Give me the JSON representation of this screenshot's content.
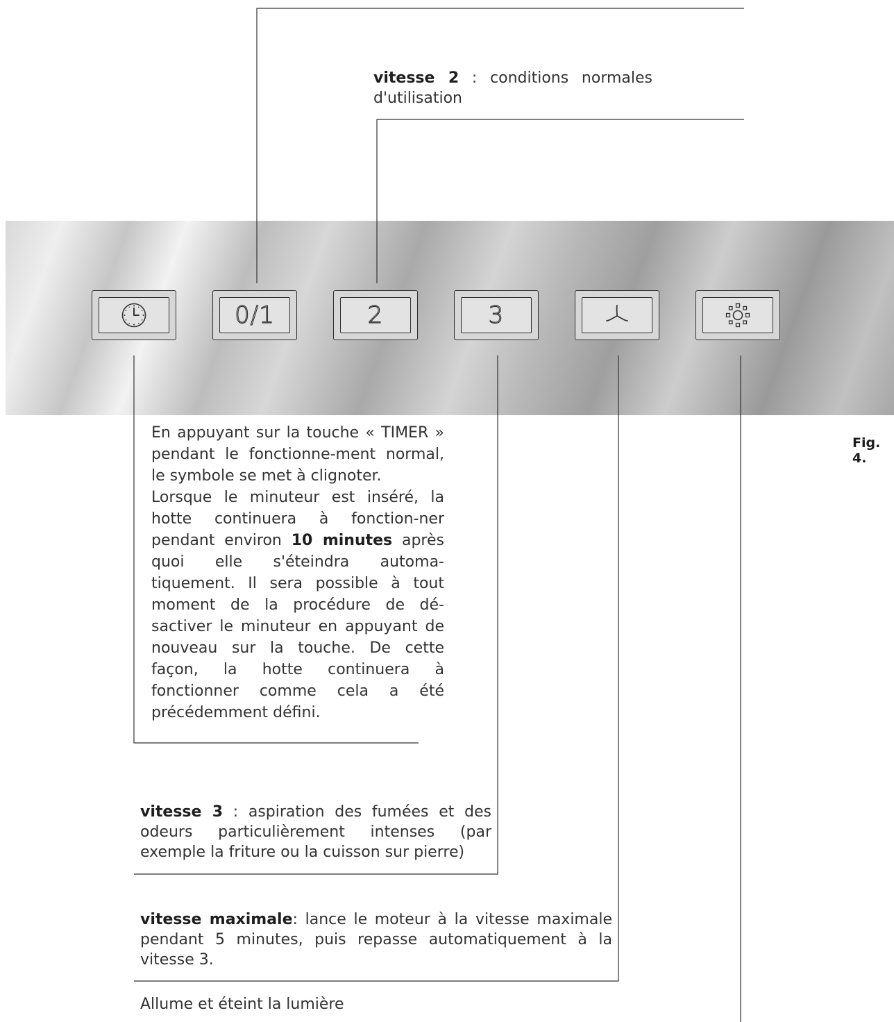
{
  "buttons": [
    {
      "id": "timer",
      "icon": "clock-icon",
      "label": ""
    },
    {
      "id": "onoff",
      "icon": "",
      "label": "0/1"
    },
    {
      "id": "speed2",
      "icon": "",
      "label": "2"
    },
    {
      "id": "speed3",
      "icon": "",
      "label": "3"
    },
    {
      "id": "max",
      "icon": "fan-icon",
      "label": ""
    },
    {
      "id": "light",
      "icon": "light-icon",
      "label": ""
    }
  ],
  "annotations": {
    "speed2": {
      "bold": "vitesse 2",
      "text": " : conditions normales d'utilisation"
    },
    "timer": {
      "p1": "En appuyant sur la touche « TIMER » pendant le fonctionne-ment normal, le symbole se met à clignoter.",
      "p2_before": "Lorsque le minuteur est inséré, la hotte continuera à fonction-ner pendant environ ",
      "p2_bold": "10 minutes",
      "p2_after": " après quoi elle s'éteindra automa-tiquement. Il sera possible à tout moment de la procédure de dé-sactiver le minuteur en appuyant de nouveau sur la touche. De cette façon, la hotte continuera à fonctionner comme cela a été précédemment défini."
    },
    "speed3": {
      "bold": "vitesse 3",
      "text": " : aspiration des fumées et des odeurs particulièrement intenses (par exemple la friture ou la cuisson sur pierre)"
    },
    "max": {
      "bold": "vitesse maximale",
      "text": ": lance le moteur à la vitesse maximale pendant 5 minutes, puis repasse automatiquement à la vitesse 3."
    },
    "light": {
      "text": "Allume et éteint la lumière"
    }
  },
  "figure_label": "Fig. 4."
}
